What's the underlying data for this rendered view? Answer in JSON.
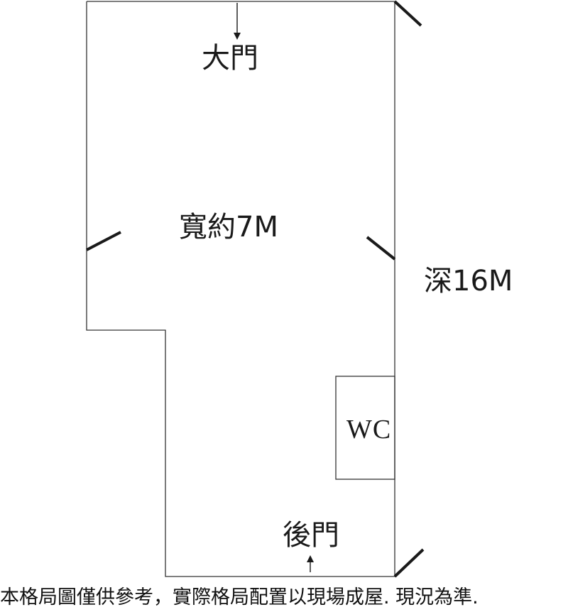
{
  "labels": {
    "front_door": "大門",
    "width": "寬約7M",
    "depth": "深16M",
    "wc": "WC",
    "back_door": "後門"
  },
  "disclaimer": "本格局圖僅供參考，實際格局配置以現場成屋. 現況為準."
}
